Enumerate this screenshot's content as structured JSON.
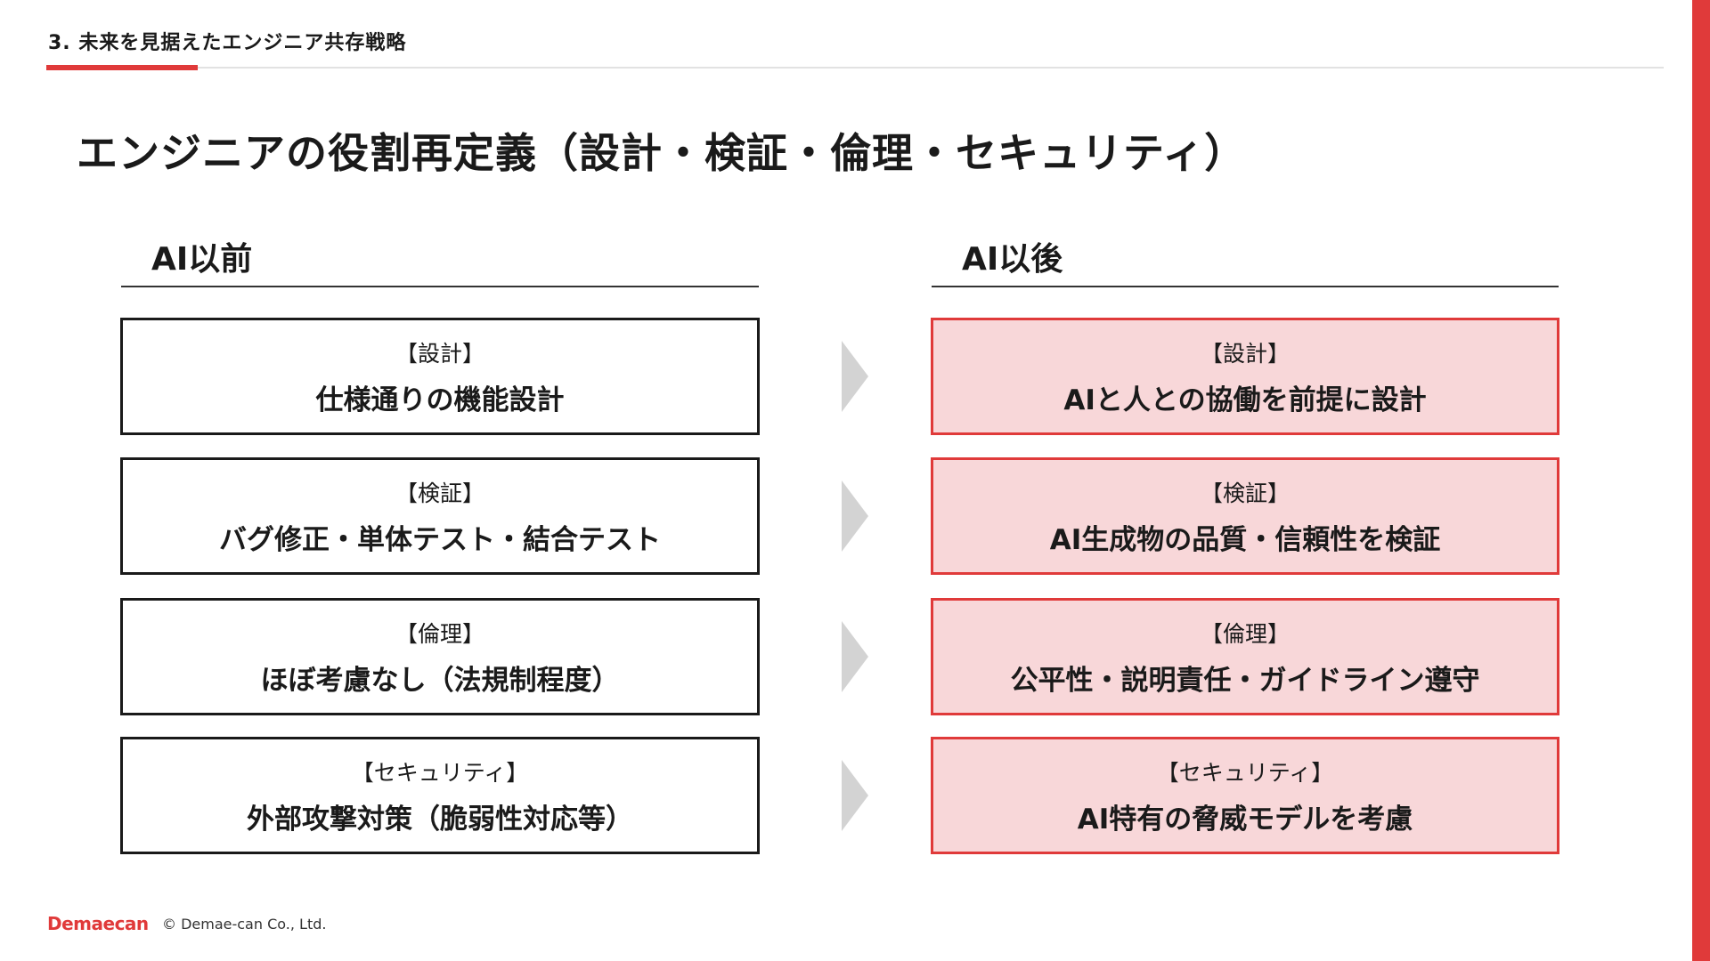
{
  "header": {
    "section_label": "3. 未来を見据えたエンジニア共存戦略",
    "accent_color": "#e03a3a"
  },
  "title": "エンジニアの役割再定義（設計・検証・倫理・セキュリティ）",
  "columns": {
    "before": {
      "heading": "AI以前",
      "cards": [
        {
          "category": "【設計】",
          "text": "仕様通りの機能設計"
        },
        {
          "category": "【検証】",
          "text": "バグ修正・単体テスト・結合テスト"
        },
        {
          "category": "【倫理】",
          "text": "ほぼ考慮なし（法規制程度）"
        },
        {
          "category": "【セキュリティ】",
          "text": "外部攻撃対策（脆弱性対応等）"
        }
      ]
    },
    "after": {
      "heading": "AI以後",
      "card_fill_color": "#f8d7d9",
      "cards": [
        {
          "category": "【設計】",
          "text": "AIと人との協働を前提に設計"
        },
        {
          "category": "【検証】",
          "text": "AI生成物の品質・信頼性を検証"
        },
        {
          "category": "【倫理】",
          "text": "公平性・説明責任・ガイドライン遵守"
        },
        {
          "category": "【セキュリティ】",
          "text": "AI特有の脅威モデルを考慮"
        }
      ]
    }
  },
  "arrow_icon": "chevron-right-icon",
  "footer": {
    "logo": "Demaecan",
    "copyright": "© Demae-can Co., Ltd."
  }
}
